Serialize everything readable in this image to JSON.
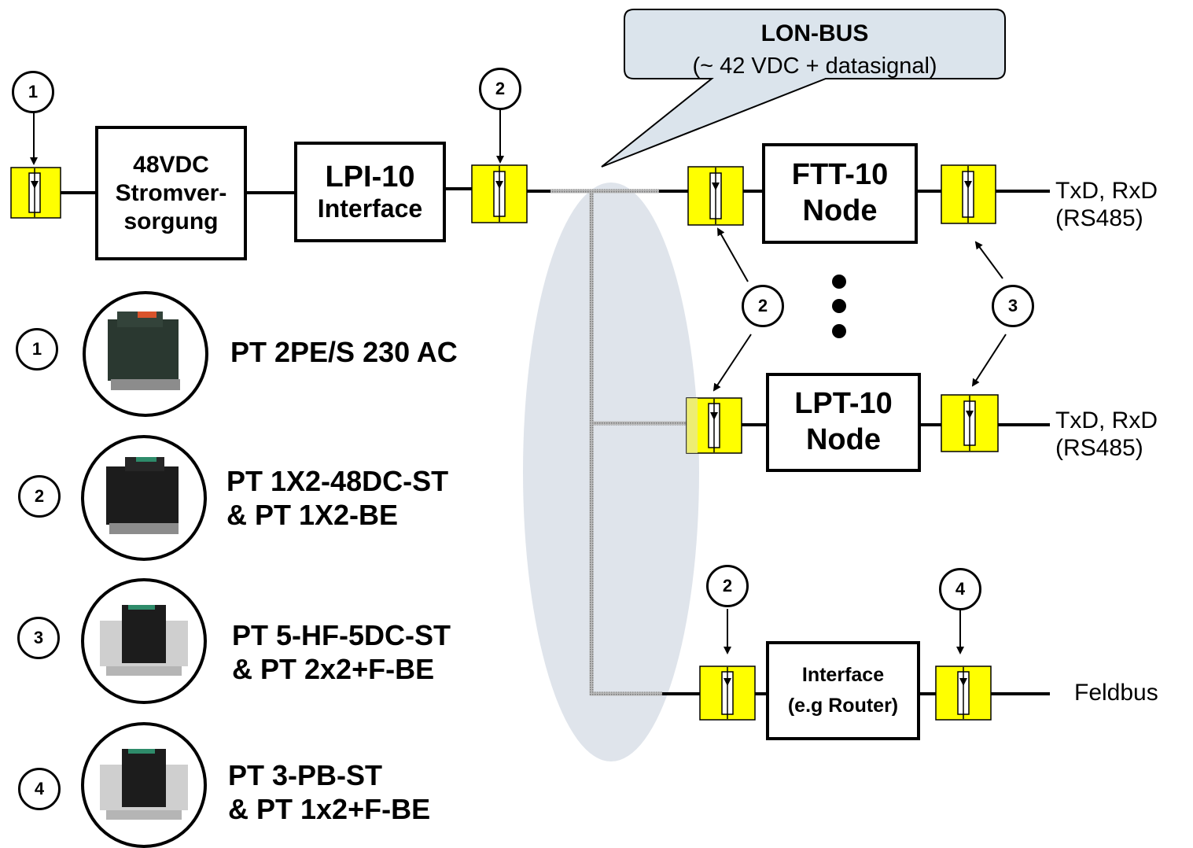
{
  "callout": {
    "title": "LON-BUS",
    "subtitle": "(~ 42 VDC + datasignal)"
  },
  "boxes": {
    "power": [
      "48VDC",
      "Stromver-",
      "sorgung"
    ],
    "lpi": [
      "LPI-10",
      "Interface"
    ],
    "ftt": [
      "FTT-10",
      "Node"
    ],
    "lpt": [
      "LPT-10",
      "Node"
    ],
    "router": [
      "Interface",
      "(e.g Router)"
    ]
  },
  "signals": {
    "ftt_out": [
      "TxD, RxD",
      "(RS485)"
    ],
    "lpt_out": [
      "TxD, RxD",
      "(RS485)"
    ],
    "router_out": "Feldbus"
  },
  "markers": {
    "m_power": "1",
    "m_lpi": "2",
    "m_left_mid": "2",
    "m_right_mid": "3",
    "m_router_in": "2",
    "m_router_out": "4"
  },
  "legend": [
    {
      "num": "1",
      "lines": [
        "PT 2PE/S 230 AC"
      ]
    },
    {
      "num": "2",
      "lines": [
        "PT 1X2-48DC-ST",
        "& PT 1X2-BE"
      ]
    },
    {
      "num": "3",
      "lines": [
        "PT 5-HF-5DC-ST",
        "& PT 2x2+F-BE"
      ]
    },
    {
      "num": "4",
      "lines": [
        "PT 3-PB-ST",
        "& PT 1x2+F-BE"
      ]
    }
  ],
  "colors": {
    "protector": "#ffff00",
    "bus_ellipse": "#dde3ea",
    "callout": "#dbe4ec"
  },
  "icons": [
    "surge-protector-icon",
    "arrow-down-icon",
    "ellipsis-dots-icon",
    "product-photo-icon"
  ]
}
